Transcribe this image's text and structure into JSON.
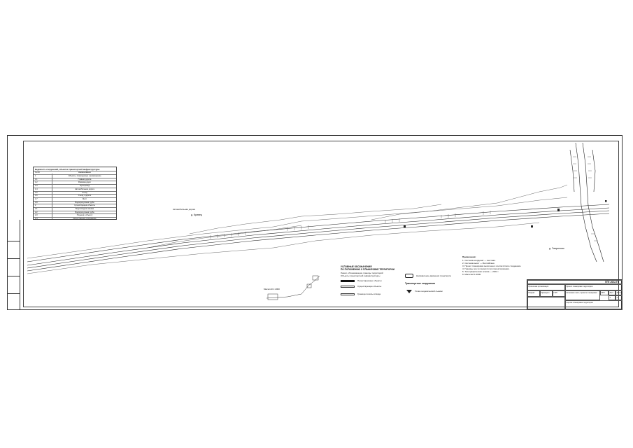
{
  "legend_table": {
    "title": "Ведомость сооружений, объектов транспортной инфраструктуры",
    "col1": "№ п/п",
    "col2": "Наименование",
    "rows": [
      {
        "num": "1",
        "name": "Объекты, планируемые к размещению"
      },
      {
        "num": "1.1",
        "name": "Главная дорога"
      },
      {
        "num": "1.2",
        "name": "Развязка дорог"
      },
      {
        "num": "1.3",
        "name": "Путепровод"
      },
      {
        "num": "1.4",
        "name": "Автомобильная дорога"
      },
      {
        "num": "1.5",
        "name": "Съезд"
      },
      {
        "num": "1.6",
        "name": "Съезд с дороги"
      },
      {
        "num": "1.7",
        "name": "Мост"
      },
      {
        "num": "1.8",
        "name": "Водопропускная труба"
      },
      {
        "num": "2",
        "name": "Существующие объекты"
      },
      {
        "num": "2.1",
        "name": "Водоотводная канава"
      },
      {
        "num": "2.2",
        "name": "Водопропускная труба"
      },
      {
        "num": "2.3",
        "name": "Подъезд к объекту"
      },
      {
        "num": "2.4",
        "name": "Искусственное сооружение"
      }
    ]
  },
  "legend": {
    "heading1": "УСЛОВНЫЕ ОБОЗНАЧЕНИЯ",
    "heading2": "ПО ПОЛОЖЕНИЮ О ПЛАНИРОВКЕ ТЕРРИТОРИИ",
    "item1": "Линии, обозначающие границы территорий",
    "item2": "Объекты транспортной инфраструктуры",
    "item3": "Проектируемые объекты",
    "item4": "Существующие объекты",
    "item5": "Граница полосы отвода",
    "transport_label": "Транспортные сооружения",
    "direction_label": "Направление движения транспорта",
    "survey_label": "Точка геодезической съемки"
  },
  "map": {
    "village_left": "д. Кривец",
    "village_right": "д. Гаврилово",
    "road_label": "Автомобильная дорога",
    "scale_note": "Масштаб 1:2000"
  },
  "notes": {
    "heading": "Примечания:",
    "lines": [
      "1. Система координат — местная.",
      "2. Система высот — Балтийская.",
      "3. Проект планировки выполнен в соответствии с заданием.",
      "4. Границы зон уточняются при проектировании.",
      "5. Топографическая основа — 2022 г.",
      "6. Масштаб 1:2000."
    ]
  },
  "stamp": {
    "code": "ППТ-2022-ГП",
    "title": "Проект планировки территории",
    "sheet_title": "Основная часть проекта планировки",
    "drawing": "Чертёж планировки территории",
    "stage": "ППТ",
    "sheet_label": "Лист",
    "sheets_label": "Листов",
    "sheet_num": "1",
    "sheets_num": "1",
    "role1": "Разраб.",
    "role2": "Проверил",
    "role3": "ГИП",
    "org": "Проектная организация"
  }
}
